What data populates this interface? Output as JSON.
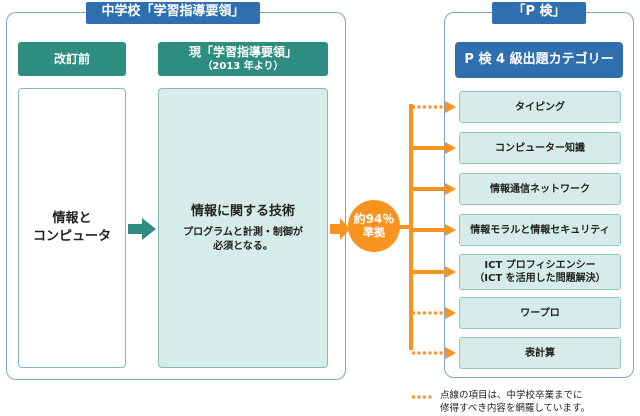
{
  "left_panel": {
    "tab_label": "中学校「学習指導要領」",
    "before": {
      "header": "改訂前",
      "body_line1": "情報と",
      "body_line2": "コンピュータ"
    },
    "current": {
      "header_line1": "現「学習指導要領」",
      "header_line2": "（2013 年より）",
      "body_title": "情報に関する技術",
      "body_sub1": "プログラムと計測・制御が",
      "body_sub2": "必須となる。"
    }
  },
  "badge": {
    "line1": "約94％",
    "line2": "準拠"
  },
  "right_panel": {
    "tab_label": "「P 検」",
    "header": "P 検 4 級出題カテゴリー",
    "categories": [
      {
        "label": "タイピング",
        "dotted": true
      },
      {
        "label": "コンピューター知識",
        "dotted": false
      },
      {
        "label": "情報通信ネットワーク",
        "dotted": false
      },
      {
        "label": "情報モラルと情報セキュリティ",
        "dotted": false
      },
      {
        "label": "ICT プロフィシエンシー\n（ICT を活用した問題解決）",
        "dotted": false
      },
      {
        "label": "ワープロ",
        "dotted": true
      },
      {
        "label": "表計算",
        "dotted": true
      }
    ]
  },
  "legend": {
    "line1": "点線の項目は、中学校卒業までに",
    "line2": "修得すべき内容を網羅しています。"
  },
  "colors": {
    "panel_blue": "#2f6fb0",
    "header_green": "#2e8c80",
    "box_tint": "#d6ece8",
    "accent_orange": "#f7931e"
  }
}
